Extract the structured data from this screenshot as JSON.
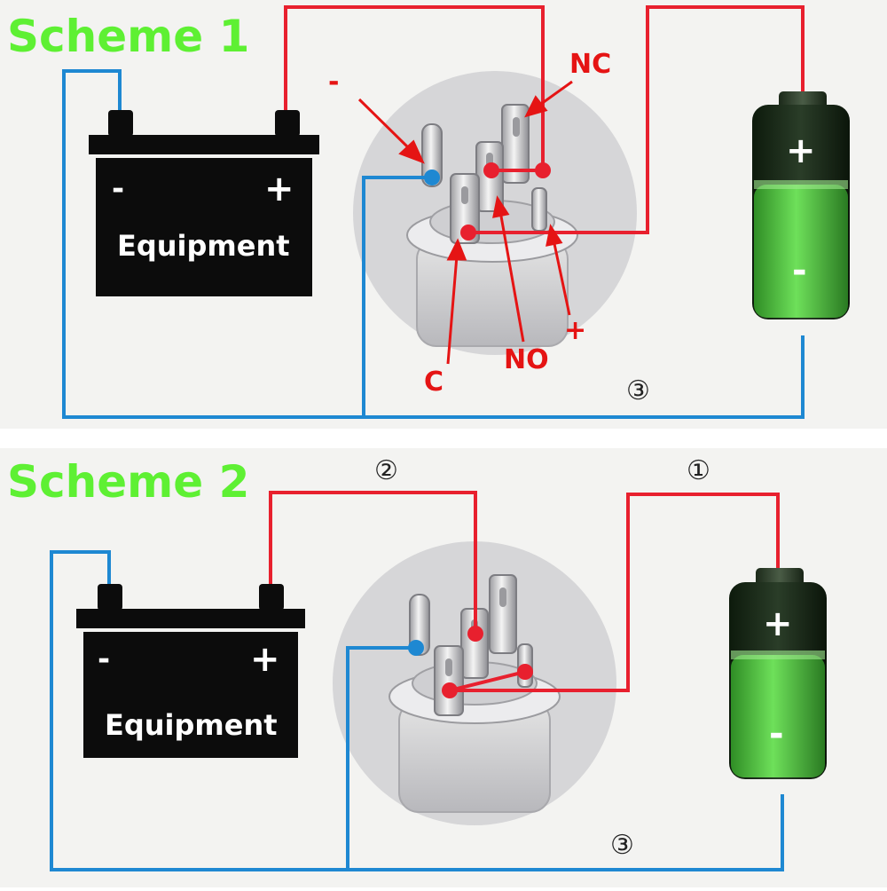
{
  "colors": {
    "title": "#5ef033",
    "red_wire": "#e8202e",
    "blue_wire": "#1e88d2",
    "label_red": "#e51414",
    "background": "#f3f3f1",
    "equipment_body": "#0c0c0c",
    "battery_green": "#49c23a"
  },
  "scheme1": {
    "title": "Scheme 1",
    "equipment": {
      "label": "Equipment",
      "minus": "-",
      "plus": "+"
    },
    "battery": {
      "plus": "+",
      "minus": "-"
    },
    "pin_labels": {
      "nc": "NC",
      "minus": "-",
      "c": "C",
      "no": "NO",
      "plus": "+"
    },
    "markers": {
      "m3": "③"
    }
  },
  "scheme2": {
    "title": "Scheme 2",
    "equipment": {
      "label": "Equipment",
      "minus": "-",
      "plus": "+"
    },
    "battery": {
      "plus": "+",
      "minus": "-"
    },
    "markers": {
      "m1": "①",
      "m2": "②",
      "m3": "③"
    }
  }
}
